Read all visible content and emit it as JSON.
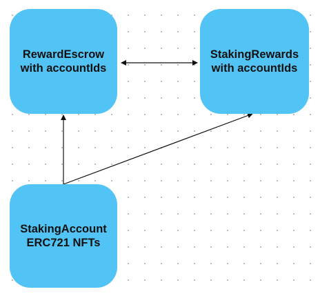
{
  "nodes": {
    "reward_escrow": {
      "line1": "RewardEscrow",
      "line2": "with accountIds"
    },
    "staking_rewards": {
      "line1": "StakingRewards",
      "line2": "with accountIds"
    },
    "staking_account": {
      "line1": "StakingAccount",
      "line2": "ERC721 NFTs"
    }
  },
  "edges": [
    {
      "from": "reward_escrow",
      "to": "staking_rewards",
      "direction": "both"
    },
    {
      "from": "staking_account",
      "to": "reward_escrow",
      "direction": "forward"
    },
    {
      "from": "staking_account",
      "to": "staking_rewards",
      "direction": "forward"
    }
  ],
  "colors": {
    "node_fill": "#52c3f5",
    "line": "#111111",
    "grid_dot": "#b9b9b9"
  }
}
